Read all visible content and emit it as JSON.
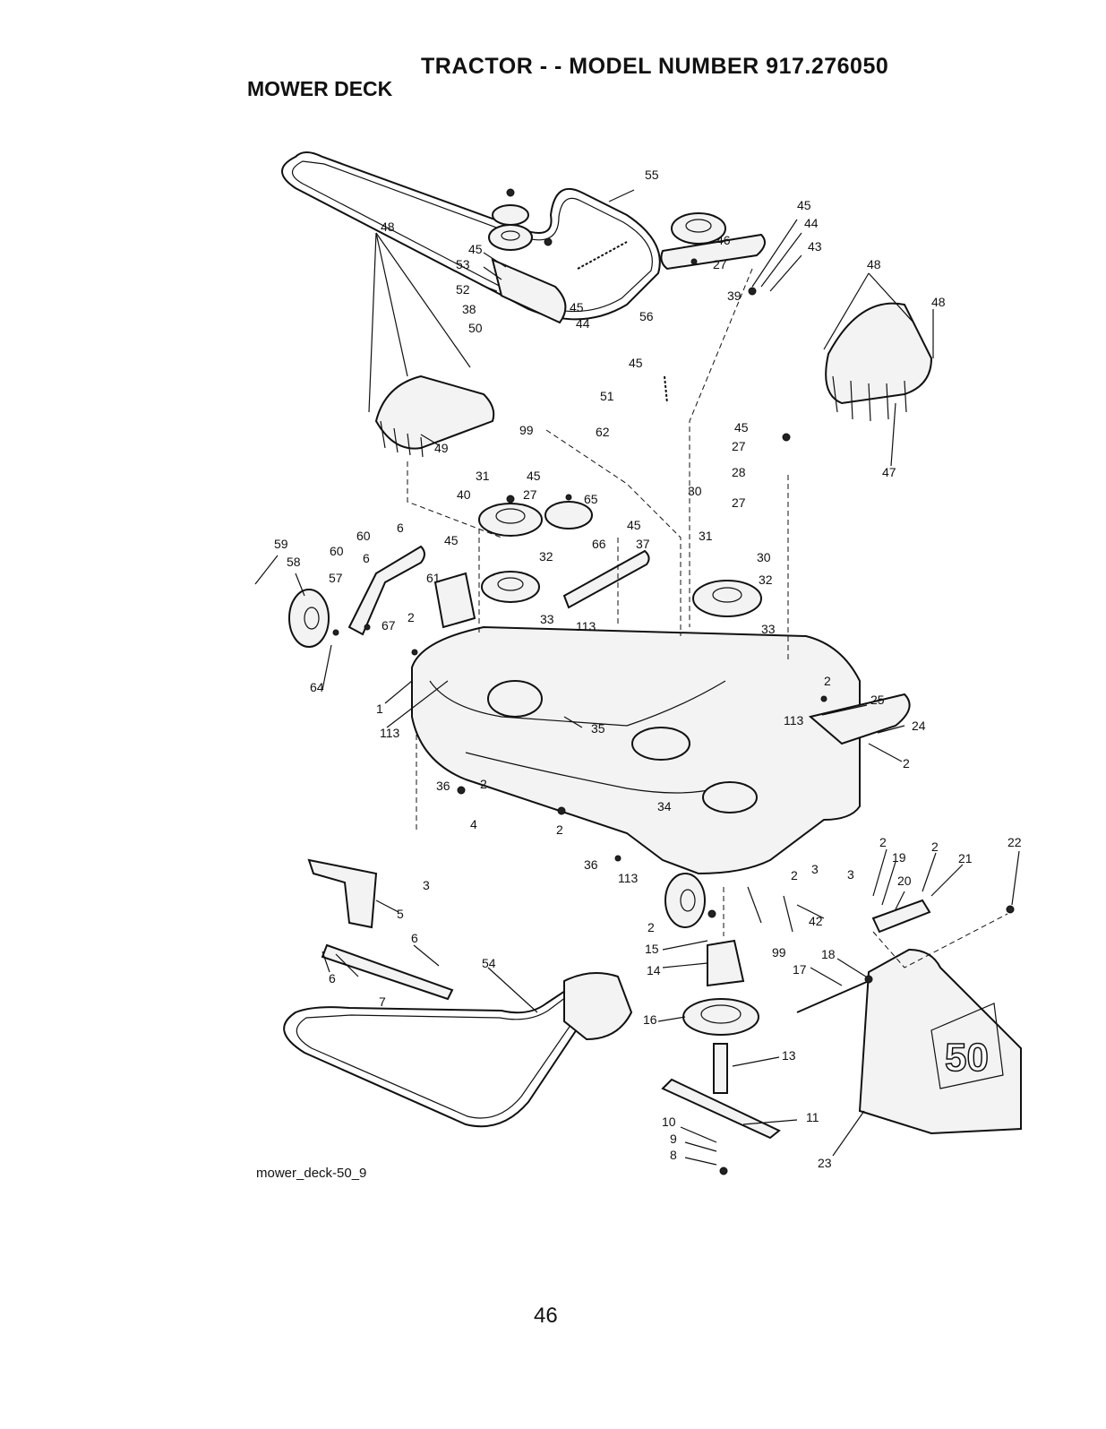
{
  "header": {
    "title": "TRACTOR - - MODEL NUMBER 917.276050",
    "subtitle": "MOWER DECK"
  },
  "footer": {
    "reference": "mower_deck-50_9",
    "page_number": "46"
  },
  "decal_text": "50",
  "callouts": [
    "55",
    "45",
    "53",
    "52",
    "38",
    "50",
    "45",
    "44",
    "56",
    "46",
    "27",
    "39",
    "45",
    "44",
    "43",
    "48",
    "48",
    "45",
    "51",
    "99",
    "62",
    "48",
    "49",
    "45",
    "27",
    "28",
    "27",
    "47",
    "31",
    "40",
    "45",
    "27",
    "65",
    "30",
    "59",
    "58",
    "60",
    "6",
    "60",
    "6",
    "57",
    "61",
    "45",
    "66",
    "45",
    "37",
    "31",
    "30",
    "32",
    "32",
    "33",
    "33",
    "113",
    "2",
    "67",
    "64",
    "1",
    "113",
    "2",
    "25",
    "113",
    "24",
    "2",
    "35",
    "36",
    "2",
    "4",
    "34",
    "2",
    "3",
    "36",
    "113",
    "5",
    "2",
    "3",
    "3",
    "42",
    "2",
    "19",
    "2",
    "21",
    "22",
    "20",
    "2",
    "6",
    "6",
    "7",
    "54",
    "15",
    "14",
    "99",
    "18",
    "17",
    "16",
    "13",
    "11",
    "10",
    "9",
    "8",
    "23"
  ]
}
